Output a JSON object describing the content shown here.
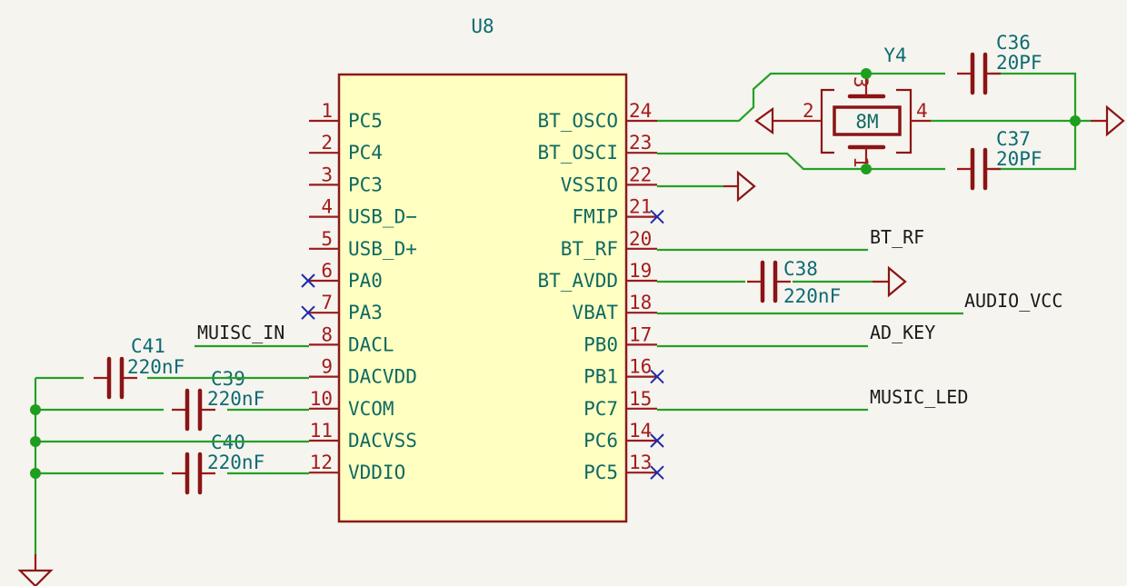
{
  "schematic": {
    "ic": {
      "reference": "U8",
      "left_pins": [
        {
          "num": "1",
          "name": "PC5",
          "nc": false
        },
        {
          "num": "2",
          "name": "PC4",
          "nc": false
        },
        {
          "num": "3",
          "name": "PC3",
          "nc": false
        },
        {
          "num": "4",
          "name": "USB_D−",
          "nc": false
        },
        {
          "num": "5",
          "name": "USB_D+",
          "nc": false
        },
        {
          "num": "6",
          "name": "PA0",
          "nc": true
        },
        {
          "num": "7",
          "name": "PA3",
          "nc": true
        },
        {
          "num": "8",
          "name": "DACL",
          "nc": false
        },
        {
          "num": "9",
          "name": "DACVDD",
          "nc": false
        },
        {
          "num": "10",
          "name": "VCOM",
          "nc": false
        },
        {
          "num": "11",
          "name": "DACVSS",
          "nc": false
        },
        {
          "num": "12",
          "name": "VDDIO",
          "nc": false
        }
      ],
      "right_pins": [
        {
          "num": "24",
          "name": "BT_OSCO",
          "nc": false
        },
        {
          "num": "23",
          "name": "BT_OSCI",
          "nc": false
        },
        {
          "num": "22",
          "name": "VSSIO",
          "nc": false
        },
        {
          "num": "21",
          "name": "FMIP",
          "nc": true
        },
        {
          "num": "20",
          "name": "BT_RF",
          "nc": false
        },
        {
          "num": "19",
          "name": "BT_AVDD",
          "nc": false
        },
        {
          "num": "18",
          "name": "VBAT",
          "nc": false
        },
        {
          "num": "17",
          "name": "PB0",
          "nc": false
        },
        {
          "num": "16",
          "name": "PB1",
          "nc": true
        },
        {
          "num": "15",
          "name": "PC7",
          "nc": false
        },
        {
          "num": "14",
          "name": "PC6",
          "nc": true
        },
        {
          "num": "13",
          "name": "PC5",
          "nc": true
        }
      ]
    },
    "crystal": {
      "reference": "Y4",
      "value": "8M",
      "pins": [
        "1",
        "2",
        "3",
        "4"
      ]
    },
    "capacitors": [
      {
        "reference": "C36",
        "value": "20PF"
      },
      {
        "reference": "C37",
        "value": "20PF"
      },
      {
        "reference": "C38",
        "value": "220nF"
      },
      {
        "reference": "C39",
        "value": "220nF"
      },
      {
        "reference": "C40",
        "value": "220nF"
      },
      {
        "reference": "C41",
        "value": "220nF"
      }
    ],
    "net_labels": {
      "bt_rf": "BT_RF",
      "audio_vcc": "AUDIO_VCC",
      "ad_key": "AD_KEY",
      "music_led": "MUSIC_LED",
      "music_in": "MUISC_IN"
    },
    "colors": {
      "wire": "#25a025",
      "pin": "#9a1a1a",
      "body_fill": "#ffffc2",
      "text": "#0e6a62",
      "no_connect": "#1f2aa8",
      "background": "#f5f4ef"
    }
  }
}
